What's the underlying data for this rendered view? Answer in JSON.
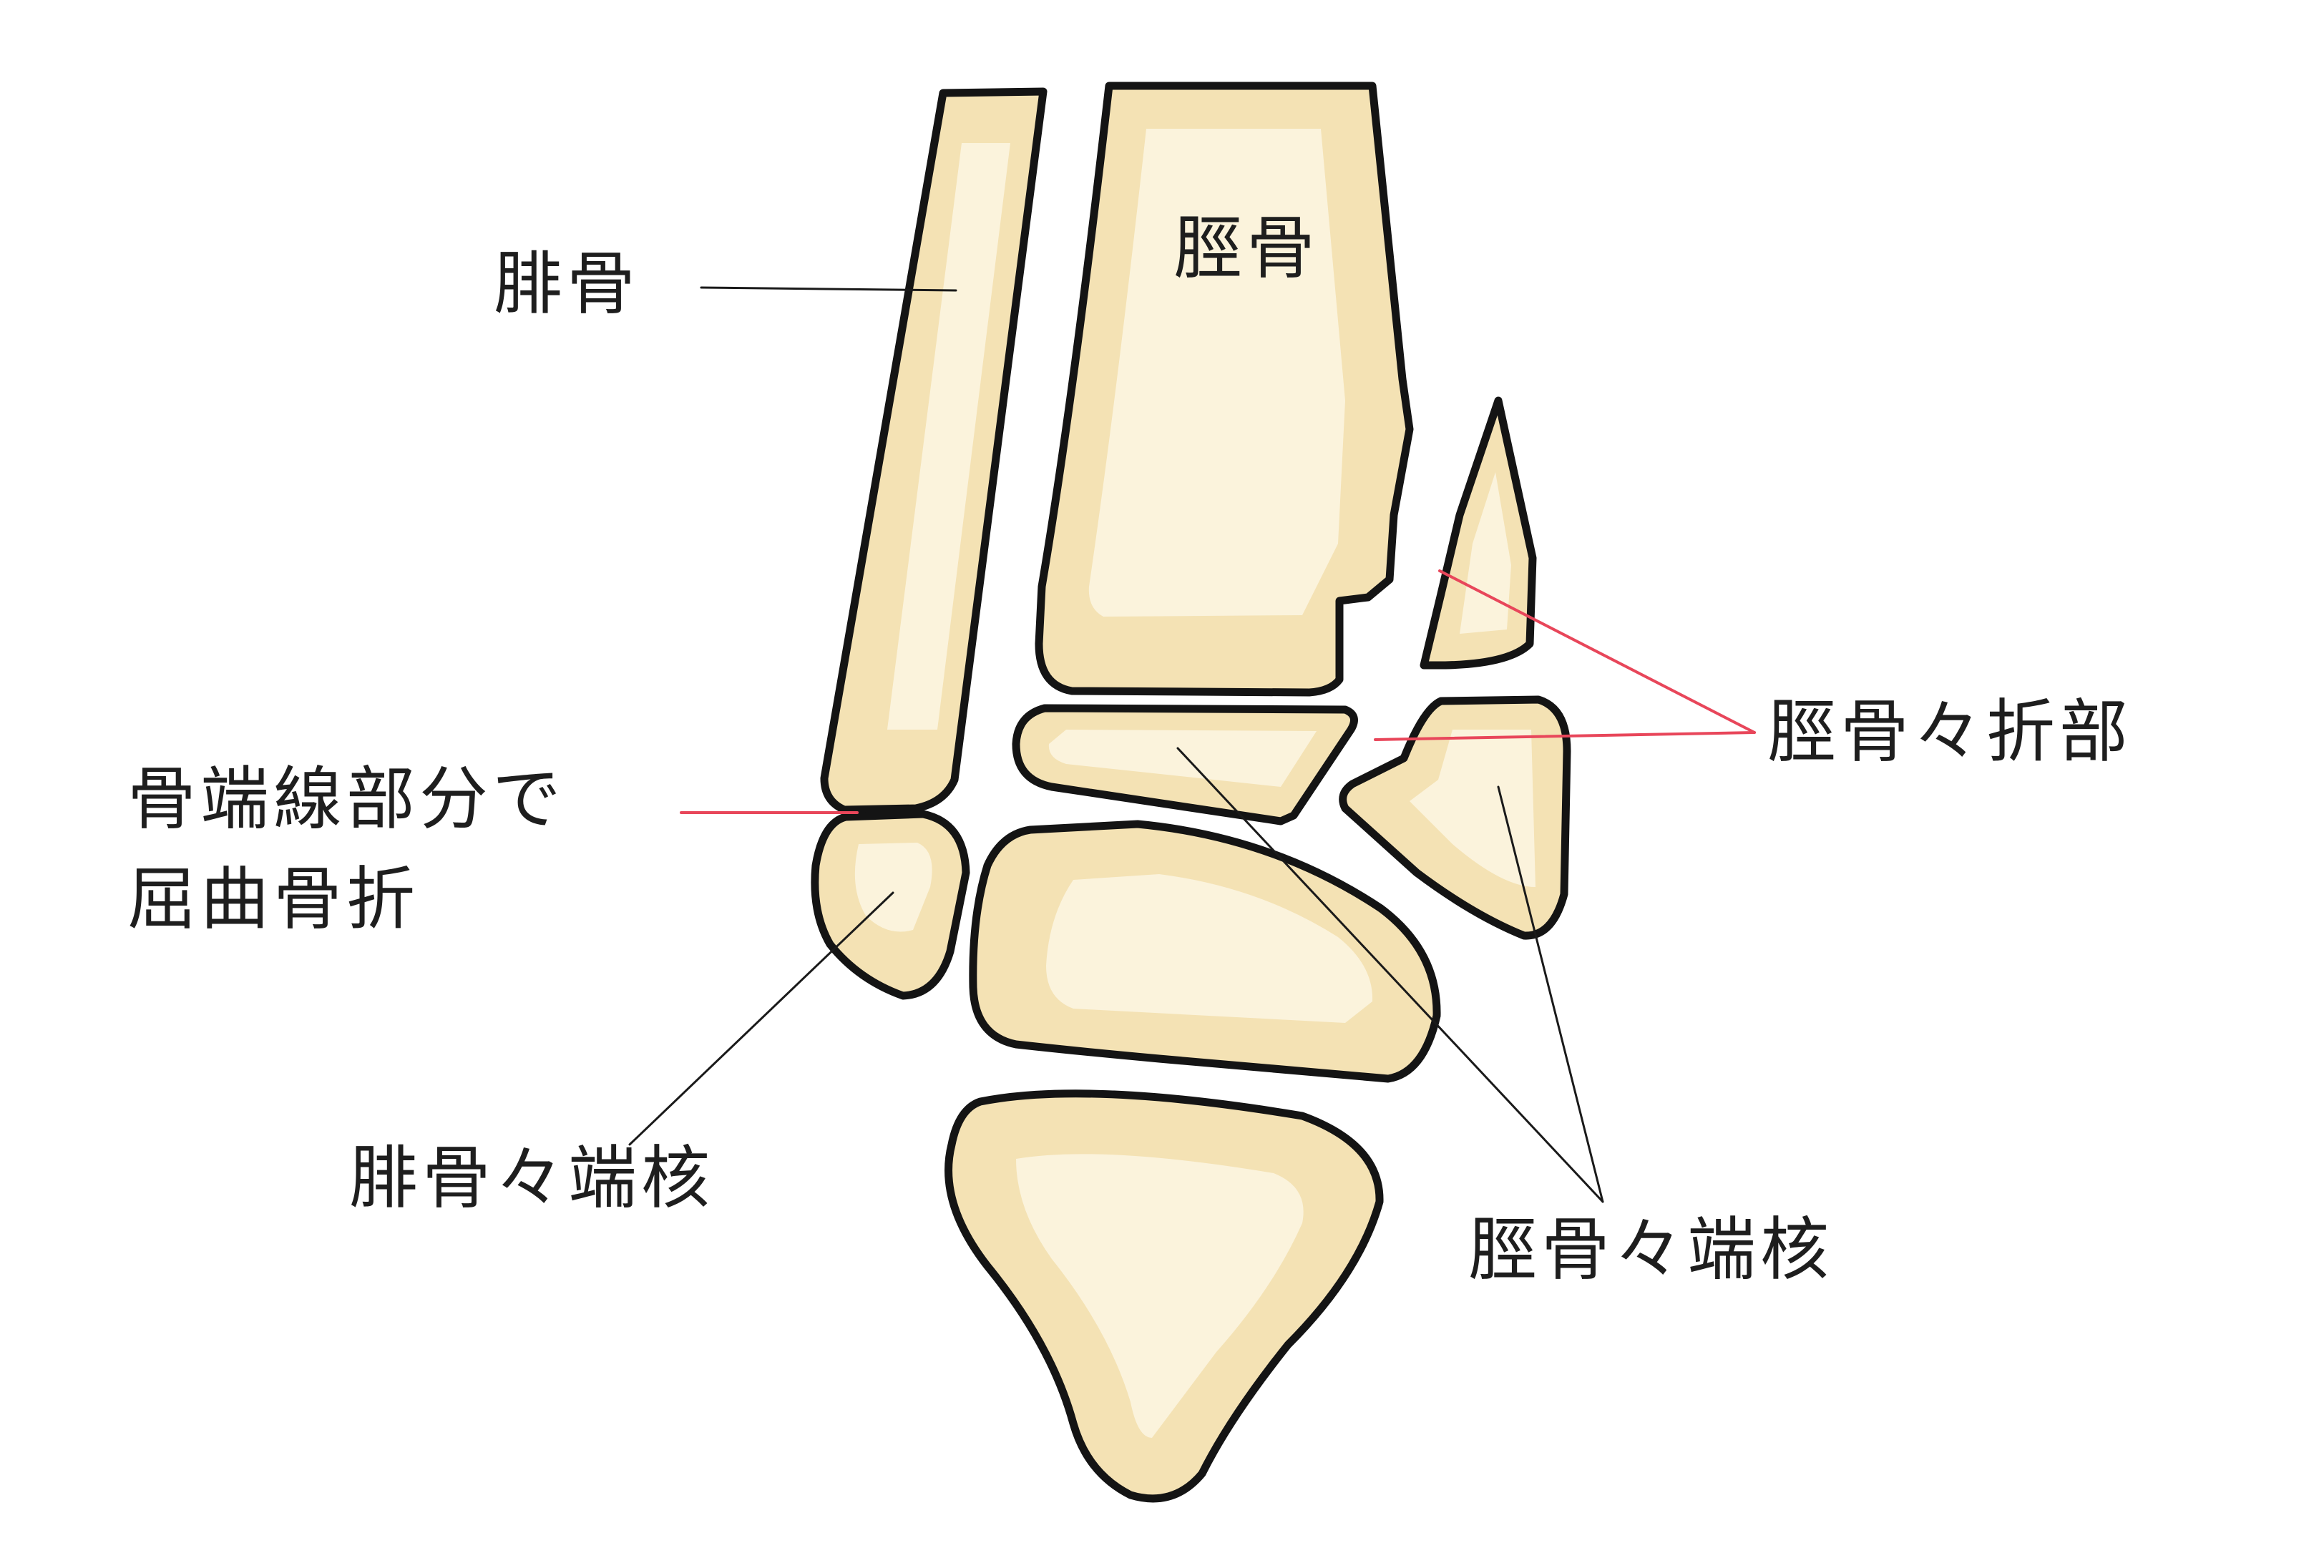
{
  "labels": {
    "fibula": "腓骨",
    "tibia": "脛骨",
    "tibia_fracture": "脛骨々折部",
    "physis_fracture_line1": "骨端線部分で",
    "physis_fracture_line2": "屈曲骨折",
    "fibula_epiphysis": "腓骨々端核",
    "tibia_epiphysis": "脛骨々端核"
  },
  "colors": {
    "bone_fill": "#f4e2b4",
    "bone_inner": "#fbf3dc",
    "outline": "#141414",
    "leader_red": "#e8465a"
  }
}
